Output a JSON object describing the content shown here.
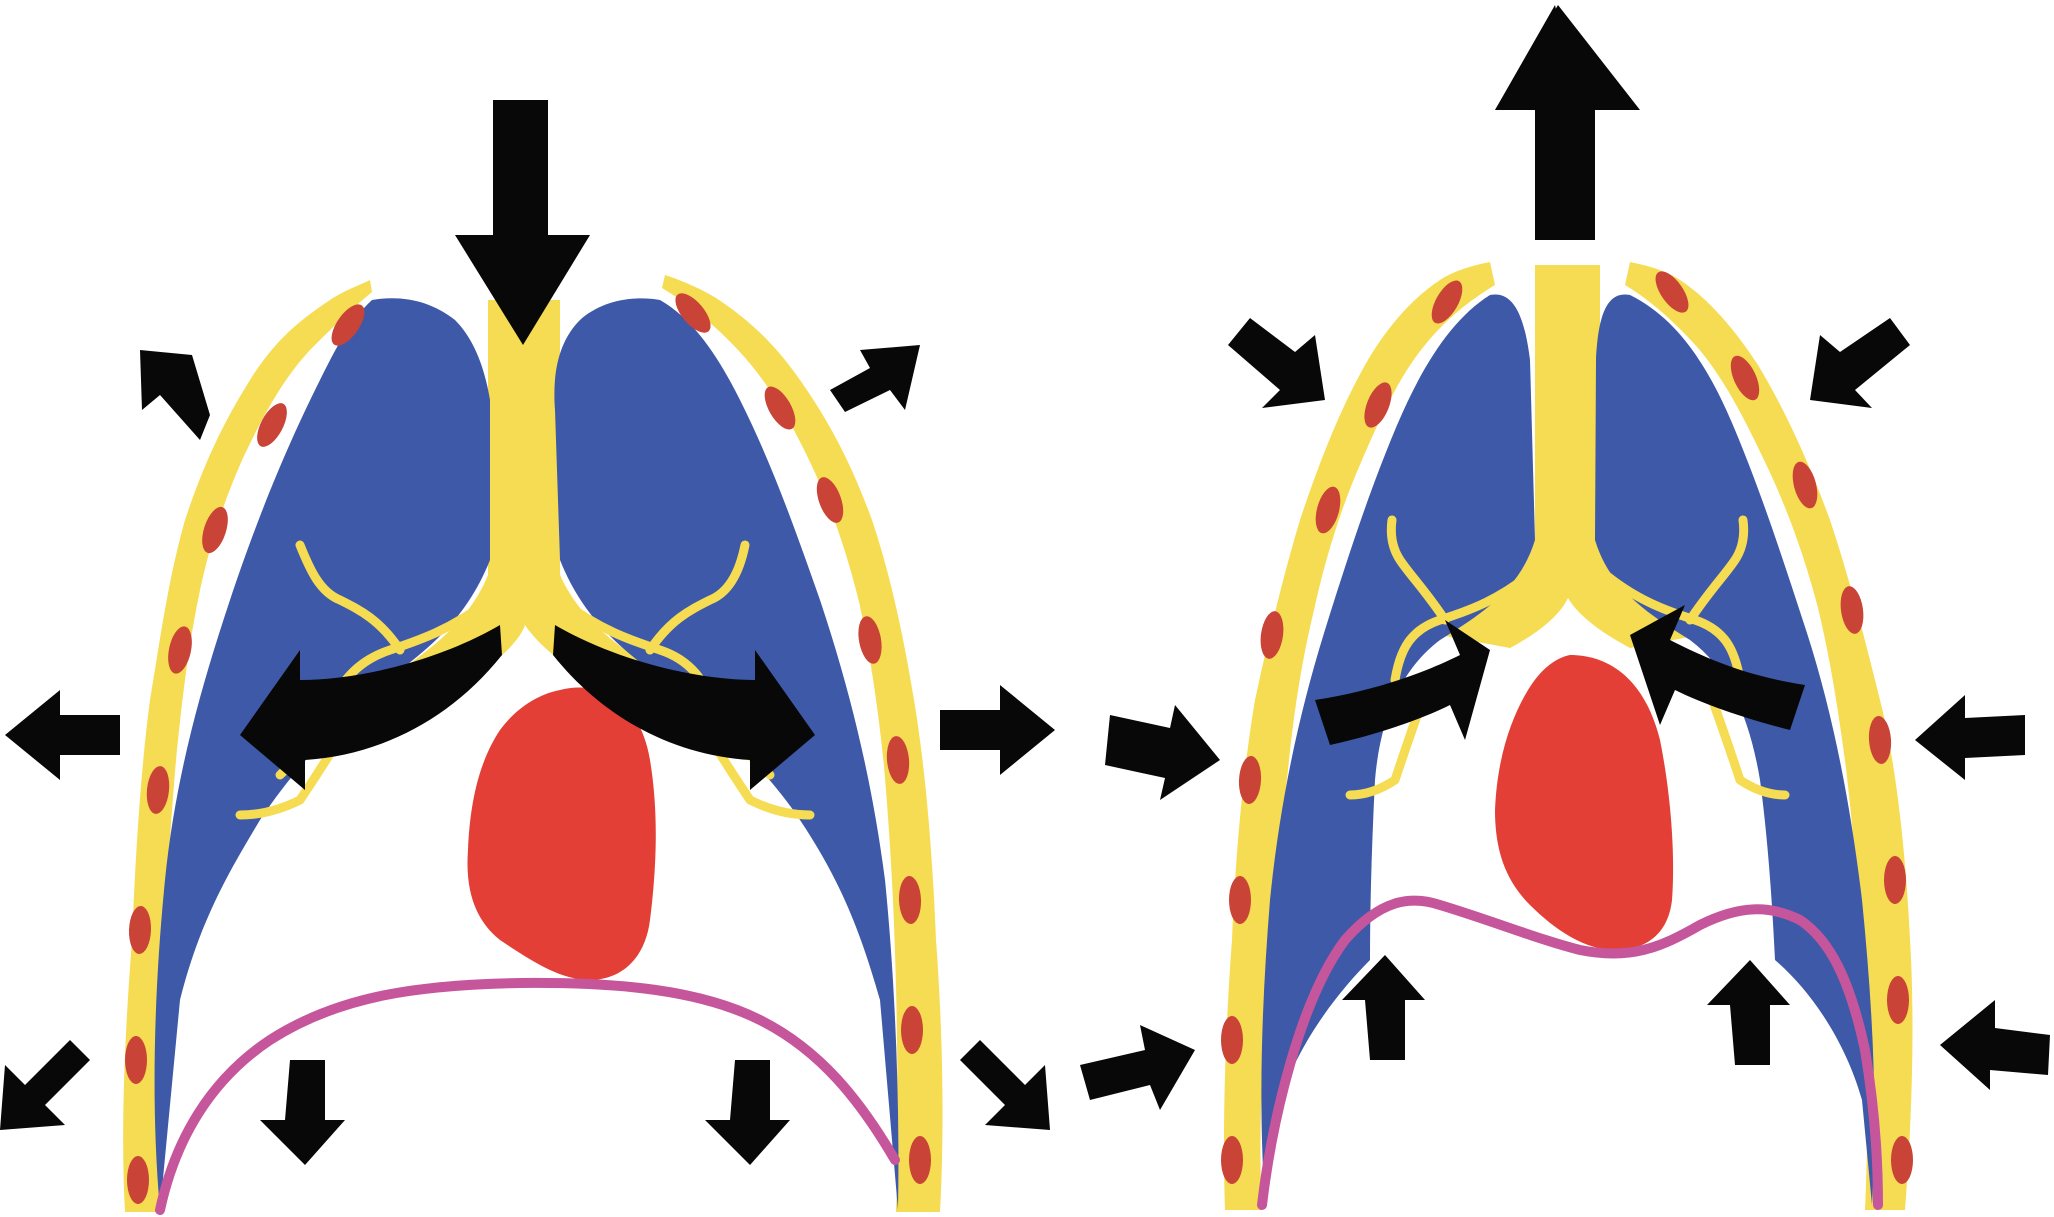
{
  "figure": {
    "panels": [
      {
        "id": "inspiration",
        "air_flow": "in",
        "chest_motion": "expand"
      },
      {
        "id": "expiration",
        "air_flow": "out",
        "chest_motion": "contract"
      }
    ],
    "colors": {
      "chest_wall": "#f6dc52",
      "rib": "#c94436",
      "lung": "#3d59a8",
      "heart": "#e33f36",
      "diaphragm": "#c6569c",
      "airway": "#f6dc52",
      "arrow": "#080808",
      "background": "#ffffff"
    }
  }
}
